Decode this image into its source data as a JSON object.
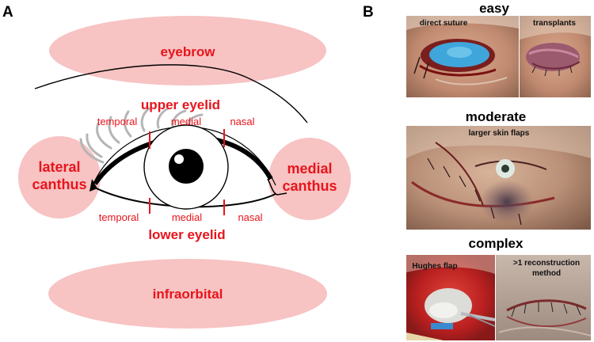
{
  "panelA": {
    "letter": "A",
    "regions": {
      "eyebrow": "eyebrow",
      "upper_eyelid": "upper eyelid",
      "lower_eyelid": "lower eyelid",
      "lateral_canthus_line1": "lateral",
      "lateral_canthus_line2": "canthus",
      "medial_canthus_line1": "medial",
      "medial_canthus_line2": "canthus",
      "infraorbital": "infraorbital"
    },
    "upper_segments": [
      "temporal",
      "medial",
      "nasal"
    ],
    "lower_segments": [
      "temporal",
      "medial",
      "nasal"
    ],
    "colors": {
      "zone_fill": "#f7c3c3",
      "label_red": "#e8141c",
      "outline": "#000000"
    }
  },
  "panelB": {
    "letter": "B",
    "categories": {
      "easy": {
        "title": "easy",
        "photos": [
          {
            "label": "direct suture"
          },
          {
            "label": "transplants"
          }
        ]
      },
      "moderate": {
        "title": "moderate",
        "photos": [
          {
            "label": "larger skin flaps"
          }
        ]
      },
      "complex": {
        "title": "complex",
        "photos": [
          {
            "label": "Hughes flap"
          },
          {
            "label_line1": ">1 reconstruction",
            "label_line2": "method"
          }
        ]
      }
    }
  }
}
